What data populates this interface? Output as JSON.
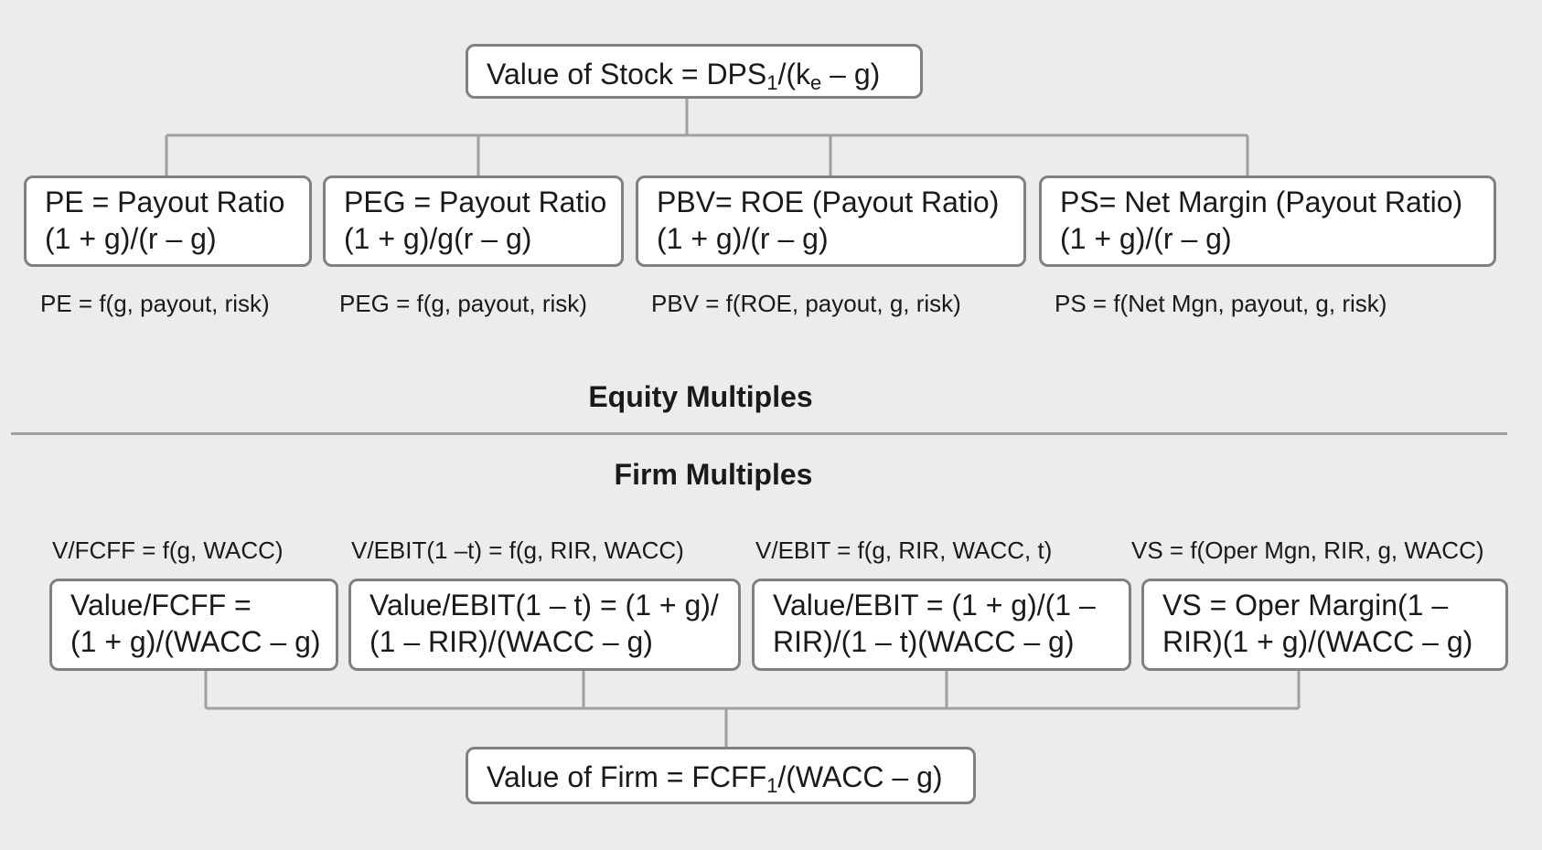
{
  "top": {
    "label": "Value of Stock = DPS",
    "sub1": "1",
    "mid": "/(k",
    "sub2": "e",
    "tail": " – g)"
  },
  "equity_boxes": [
    {
      "line1": "PE = Payout Ratio",
      "line2": "(1 + g)/(r – g)"
    },
    {
      "line1": "PEG = Payout Ratio",
      "line2": "(1 + g)/g(r – g)"
    },
    {
      "line1": "PBV= ROE (Payout Ratio)",
      "line2": "(1 + g)/(r – g)"
    },
    {
      "line1": "PS= Net Margin (Payout Ratio)",
      "line2": "(1 + g)/(r – g)"
    }
  ],
  "equity_functions": [
    "PE = f(g, payout, risk)",
    "PEG = f(g, payout, risk)",
    "PBV = f(ROE, payout, g, risk)",
    "PS = f(Net Mgn, payout, g, risk)"
  ],
  "equity_heading": "Equity Multiples",
  "firm_heading": "Firm Multiples",
  "firm_functions": [
    "V/FCFF = f(g, WACC)",
    "V/EBIT(1 –t) = f(g, RIR, WACC)",
    "V/EBIT = f(g, RIR, WACC, t)",
    "VS = f(Oper Mgn, RIR, g, WACC)"
  ],
  "firm_boxes": [
    {
      "line1": "Value/FCFF =",
      "line2": "(1 + g)/(WACC – g)"
    },
    {
      "line1": "Value/EBIT(1 – t) = (1 + g)/",
      "line2": "(1 – RIR)/(WACC – g)"
    },
    {
      "line1": "Value/EBIT = (1 + g)/(1 –",
      "line2": "RIR)/(1 – t)(WACC – g)"
    },
    {
      "line1": "VS = Oper Margin(1 –",
      "line2": "RIR)(1 + g)/(WACC – g)"
    }
  ],
  "bottom": {
    "label": "Value of Firm = FCFF",
    "sub1": "1",
    "tail": "/(WACC – g)"
  }
}
